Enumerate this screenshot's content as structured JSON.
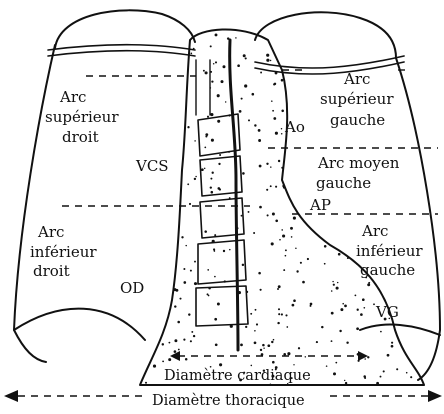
{
  "labels": {
    "arc_sup_droit": [
      "Arc",
      "supérieur",
      "droit"
    ],
    "arc_sup_gauche": [
      "Arc",
      "supérieur",
      "gauche"
    ],
    "arc_moyen_gauche": [
      "Arc moyen",
      "gauche"
    ],
    "arc_inf_droit": [
      "Arc",
      "inférieur",
      "droit"
    ],
    "arc_inf_gauche": [
      "Arc",
      "inférieur",
      "gauche"
    ],
    "ao": "Ao",
    "vcs": "VCS",
    "ap": "AP",
    "od": "OD",
    "vg": "VG"
  },
  "measures": {
    "cardiac": "Diamètre cardiaque",
    "thoracic": "Diamètre thoracique"
  },
  "colors": {
    "ink": "#111111",
    "background": "#ffffff"
  }
}
